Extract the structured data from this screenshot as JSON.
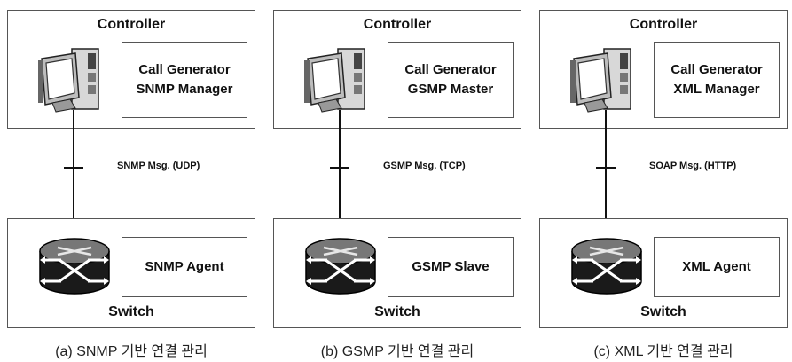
{
  "panels": [
    {
      "controller_title": "Controller",
      "controller_lines": [
        "Call Generator",
        "SNMP Manager"
      ],
      "message": "SNMP Msg. (UDP)",
      "switch_label": "SNMP Agent",
      "switch_title": "Switch",
      "caption": "(a) SNMP 기반 연결 관리"
    },
    {
      "controller_title": "Controller",
      "controller_lines": [
        "Call Generator",
        "GSMP Master"
      ],
      "message": "GSMP Msg. (TCP)",
      "switch_label": "GSMP Slave",
      "switch_title": "Switch",
      "caption": "(b) GSMP 기반 연결 관리"
    },
    {
      "controller_title": "Controller",
      "controller_lines": [
        "Call Generator",
        "XML Manager"
      ],
      "message": "SOAP Msg. (HTTP)",
      "switch_label": "XML Agent",
      "switch_title": "Switch",
      "caption": "(c) XML 기반 연결 관리"
    }
  ],
  "icons": {
    "controller": "computer-icon",
    "switch": "router-switch-icon"
  }
}
